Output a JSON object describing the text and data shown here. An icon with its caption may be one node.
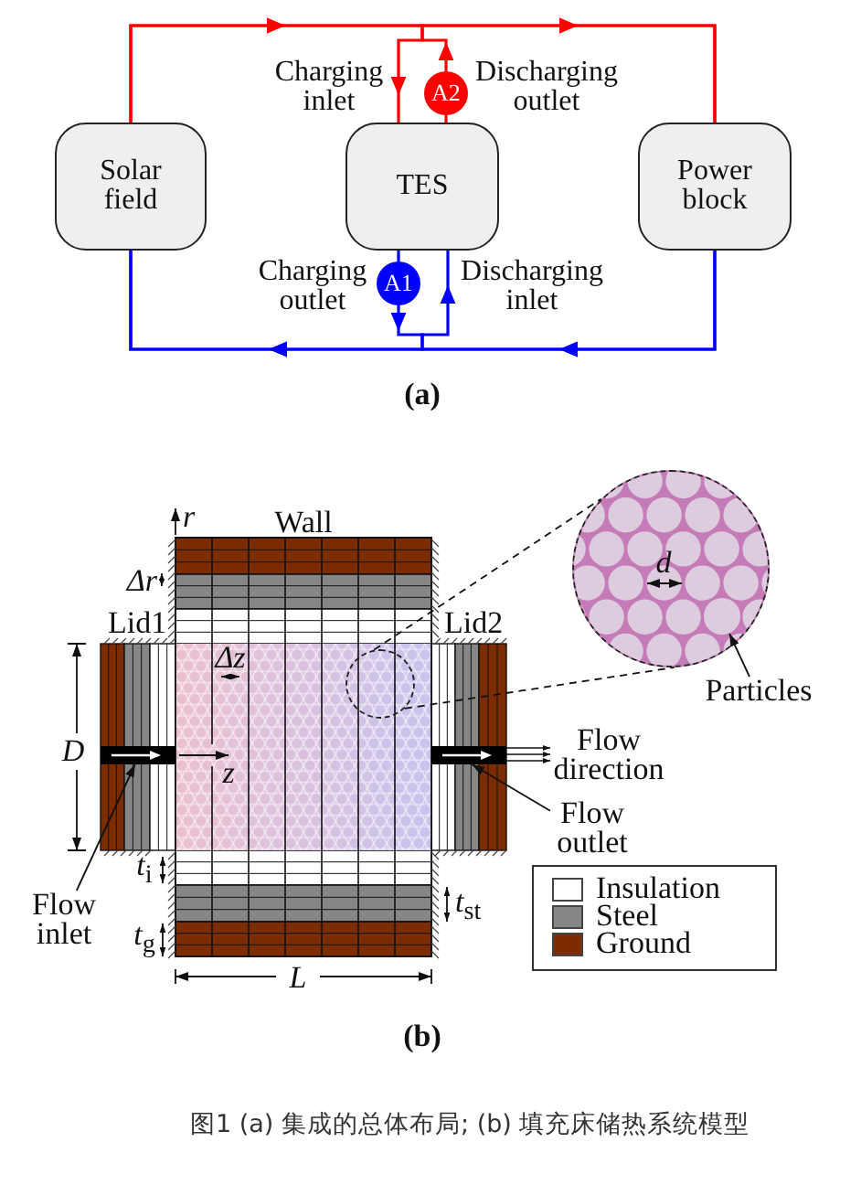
{
  "diagram": {
    "caption": "图1 (a) 集成的总体布局; (b) 填充床储热系统模型",
    "nodes": [
      {
        "text": [
          "A2"
        ]
      },
      {
        "text": [
          "Solar field"
        ]
      },
      {
        "text": [
          "TES"
        ]
      },
      {
        "text": [
          "Power block"
        ]
      },
      {
        "text": [
          "A1"
        ]
      },
      {
        "text": [],
        "shape": "circle"
      },
      {
        "text": [],
        "shape": "circle",
        "in": 5
      },
      {
        "text": [],
        "shape": "circle"
      },
      {
        "text": [
          "Particles"
        ]
      },
      {
        "text": [],
        "shape": "bar"
      },
      {
        "text": [],
        "shape": "bar"
      },
      {
        "text": [
          "Flow outlet"
        ]
      },
      {
        "text": [
          "Flow inlet"
        ]
      }
    ],
    "edges": [
      {
        "from": 1,
        "to": 3,
        "arrow": "to",
        "color": "#ff0000"
      },
      {
        "from": 1,
        "to": 2,
        "arrow": "to",
        "label": "Charging inlet",
        "color": "#ff0000"
      },
      {
        "from": 2,
        "to": 0,
        "arrow": "none",
        "label": "Discharging outlet",
        "color": "#ff0000"
      },
      {
        "from": 0,
        "to": 3,
        "arrow": "to",
        "color": "#ff0000"
      },
      {
        "from": 3,
        "to": 1,
        "arrow": "to",
        "color": "#0000ff"
      },
      {
        "from": 3,
        "to": 2,
        "arrow": "to",
        "label": "Discharging inlet",
        "color": "#0000ff"
      },
      {
        "from": 2,
        "to": 4,
        "arrow": "none",
        "label": "Charging outlet",
        "color": "#0000ff"
      },
      {
        "from": 4,
        "to": 1,
        "arrow": "to",
        "color": "#0000ff"
      },
      {
        "from": 7,
        "to": 5,
        "arrow": "none",
        "style": "dashed"
      },
      {
        "from": 7,
        "to": 5,
        "arrow": "none",
        "style": "dashed"
      },
      {
        "from": 8,
        "to": 6,
        "arrow": "to"
      },
      {
        "from": 11,
        "to": 10,
        "arrow": "to"
      },
      {
        "from": 12,
        "to": 9,
        "arrow": "to"
      }
    ],
    "labels": [
      "(a)",
      "r",
      "Wall",
      "d",
      "Δr",
      "Lid1",
      "Lid2",
      "Δz",
      "D",
      "Flow direction",
      "z",
      "*t*$_{i}$",
      "*t*$_{st}$",
      "*t*$_{g}$",
      "L",
      "(b)"
    ],
    "legend": [
      {
        "text": "Insulation",
        "color": "#ffffff"
      },
      {
        "text": "Steel",
        "color": "#868686"
      },
      {
        "text": "Ground",
        "color": "#7d2c00"
      }
    ]
  }
}
